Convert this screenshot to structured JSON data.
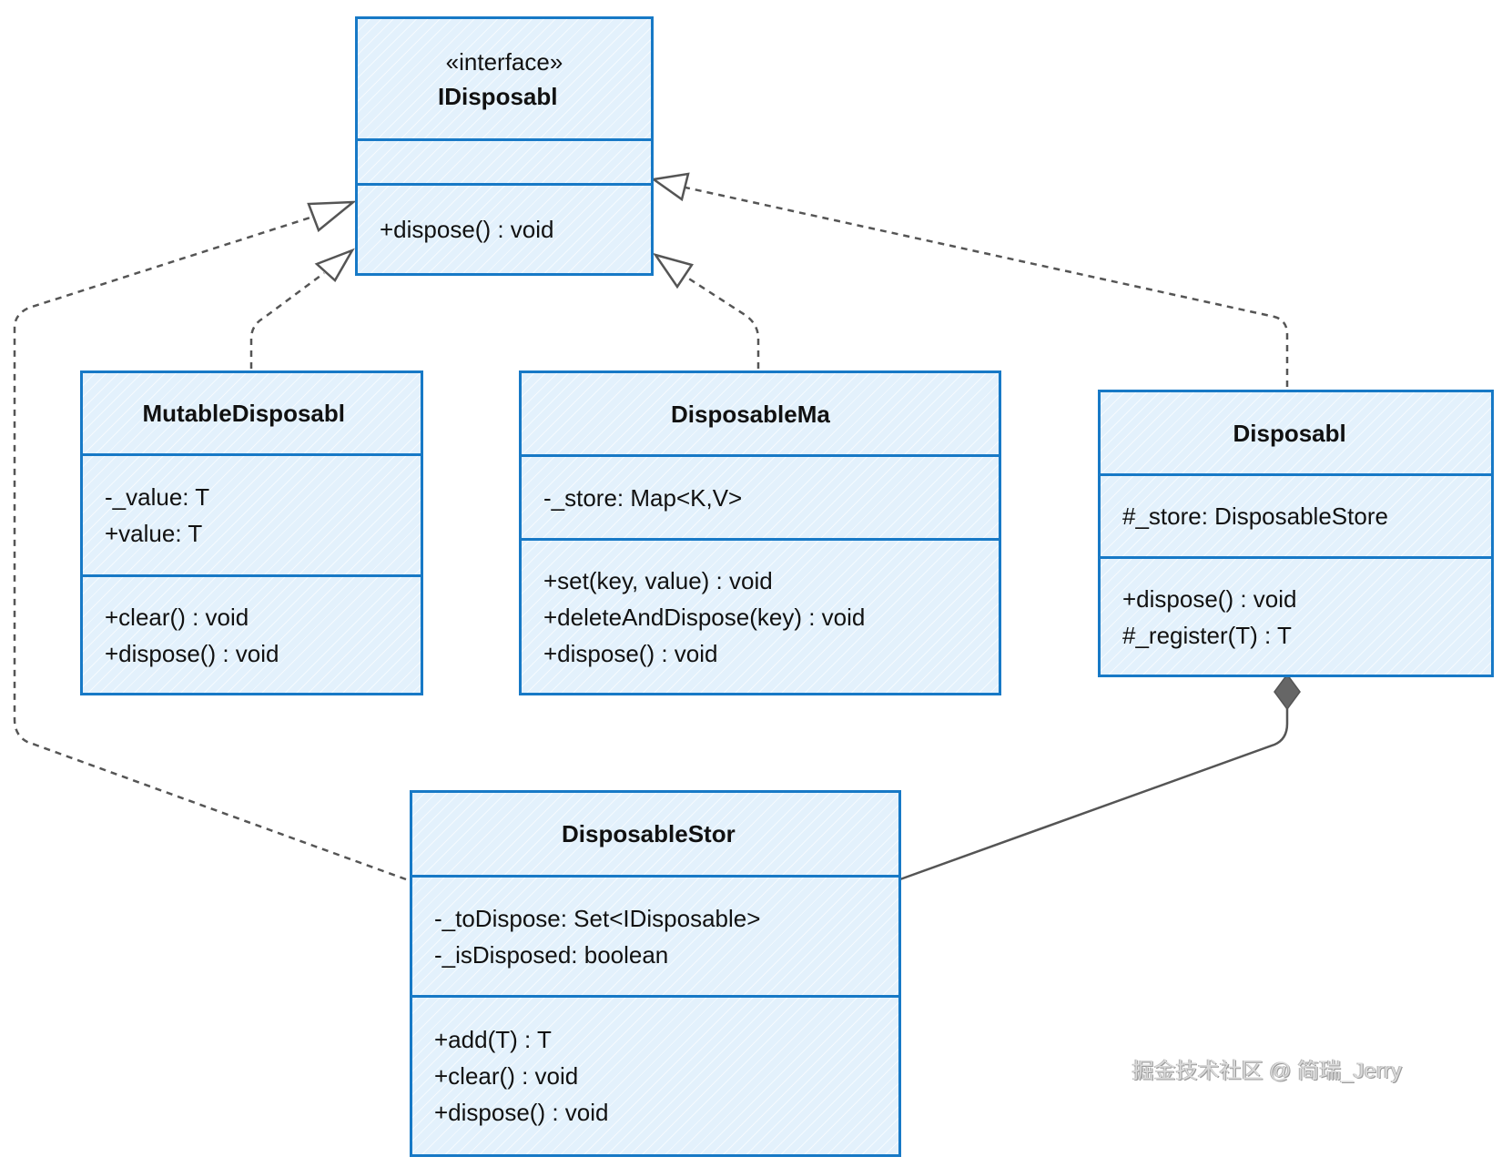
{
  "classes": {
    "idisposable": {
      "stereotype": "«interface»",
      "name": "IDisposabl",
      "attributes": [],
      "operations": [
        "+dispose() : void"
      ]
    },
    "mutable": {
      "name": "MutableDisposabl",
      "attributes": [
        "-_value: T",
        "+value: T"
      ],
      "operations": [
        "+clear() : void",
        "+dispose() : void"
      ]
    },
    "map": {
      "name": "DisposableMa",
      "attributes": [
        "-_store: Map<K,V>"
      ],
      "operations": [
        "+set(key, value) : void",
        "+deleteAndDispose(key) : void",
        "+dispose() : void"
      ]
    },
    "disposable": {
      "name": "Disposabl",
      "attributes": [
        "#_store: DisposableStore"
      ],
      "operations": [
        "+dispose() : void",
        "#_register(T) : T"
      ]
    },
    "store": {
      "name": "DisposableStor",
      "attributes": [
        "-_toDispose: Set<IDisposable>",
        "-_isDisposed: boolean"
      ],
      "operations": [
        "+add(T) : T",
        "+clear() : void",
        "+dispose() : void"
      ]
    }
  },
  "relationships": [
    {
      "type": "realization",
      "from": "mutable",
      "to": "idisposable"
    },
    {
      "type": "realization",
      "from": "map",
      "to": "idisposable"
    },
    {
      "type": "realization",
      "from": "disposable",
      "to": "idisposable"
    },
    {
      "type": "realization",
      "from": "store",
      "to": "idisposable"
    },
    {
      "type": "composition",
      "from": "store",
      "to": "disposable"
    }
  ],
  "colors": {
    "class_border": "#1779c6",
    "class_fill": "#e3f1fc",
    "edge": "#555555",
    "composition_diamond": "#666666"
  },
  "watermark": "掘金技术社区 @ 简瑞_Jerry"
}
